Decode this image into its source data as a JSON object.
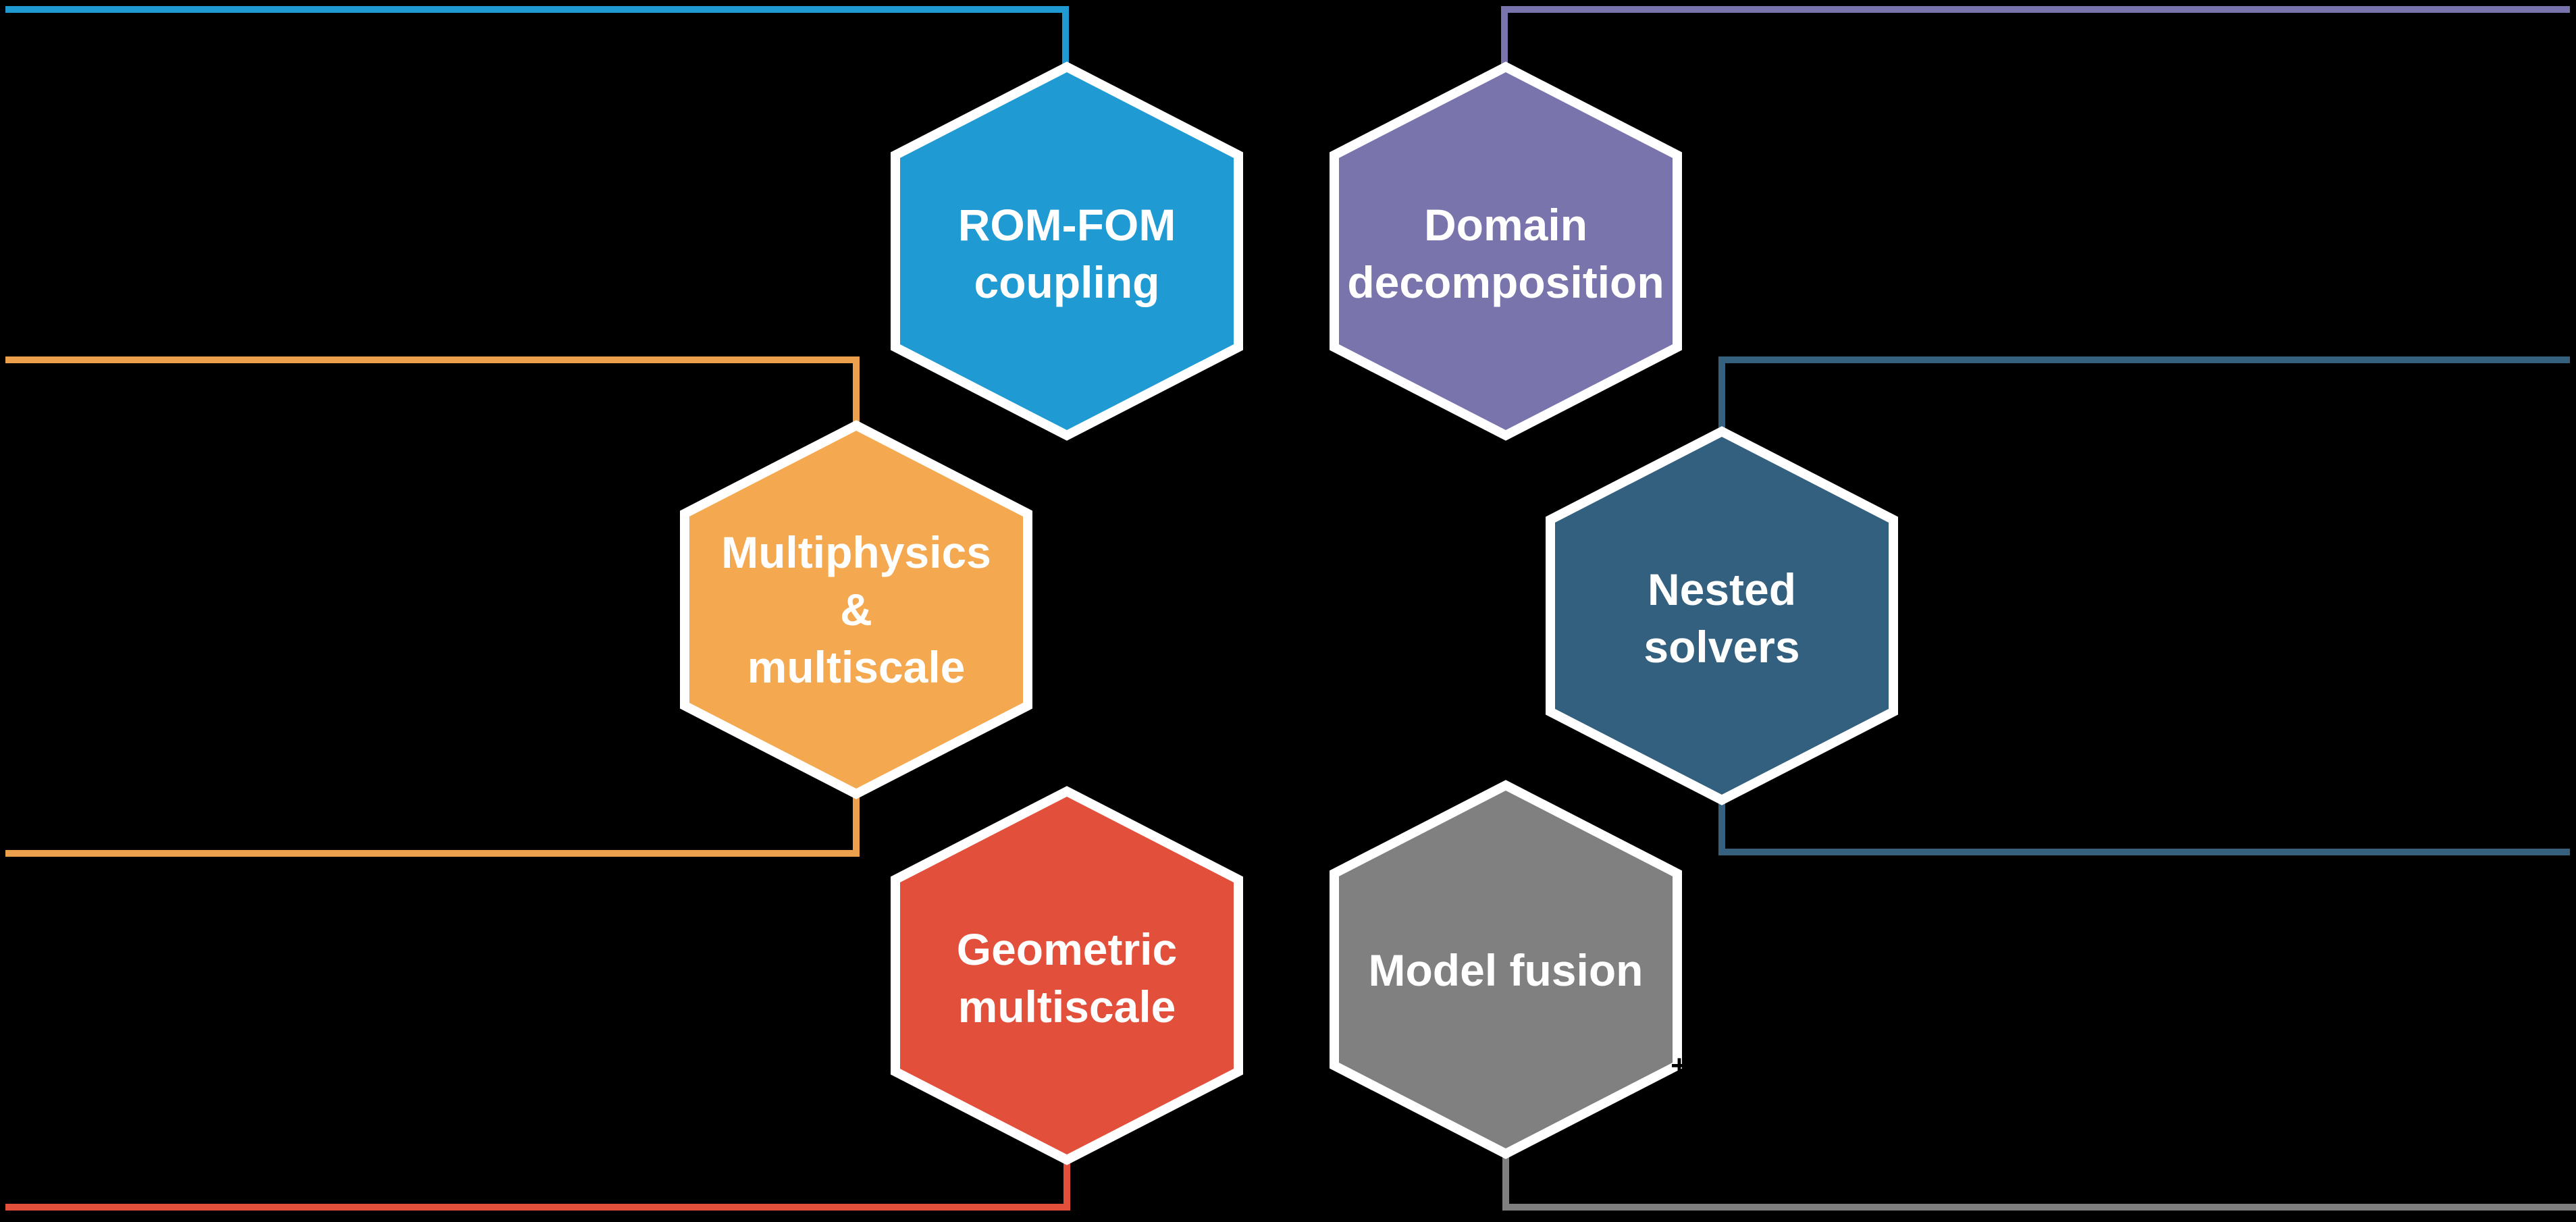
{
  "figure": {
    "type": "hexagon-callout-diagram",
    "background_color": "#000000",
    "hexagon_border_color": "#FFFFFF",
    "text_color": "#FFFFFF",
    "nodes": [
      {
        "id": "rom-fom-coupling",
        "lines": [
          "ROM-FOM",
          "coupling"
        ],
        "fill": "#1F9AD3"
      },
      {
        "id": "domain-decomposition",
        "lines": [
          "Domain",
          "decomposition"
        ],
        "fill": "#7A74AD"
      },
      {
        "id": "multiphysics-multiscale",
        "lines": [
          "Multiphysics",
          "&",
          "multiscale"
        ],
        "fill": "#F4A950"
      },
      {
        "id": "nested-solvers",
        "lines": [
          "Nested",
          "solvers"
        ],
        "fill": "#33607F"
      },
      {
        "id": "geometric-multiscale",
        "lines": [
          "Geometric",
          "multiscale"
        ],
        "fill": "#E2503C"
      },
      {
        "id": "model-fusion",
        "lines": [
          "Model fusion"
        ],
        "fill": "#808080"
      }
    ],
    "connectors": [
      {
        "id": "rom-fom-callout-line",
        "color": "#1F9AD3"
      },
      {
        "id": "domain-callout-line",
        "color": "#7A74AD"
      },
      {
        "id": "multiphysics-callout-line",
        "color": "#EDA04B"
      },
      {
        "id": "nested-callout-line",
        "color": "#35617E"
      },
      {
        "id": "geometric-callout-line",
        "color": "#E2503C"
      },
      {
        "id": "model-fusion-callout-line",
        "color": "#7F7F7F"
      }
    ],
    "artifact": {
      "glyph": "+",
      "color": "#000000"
    }
  }
}
